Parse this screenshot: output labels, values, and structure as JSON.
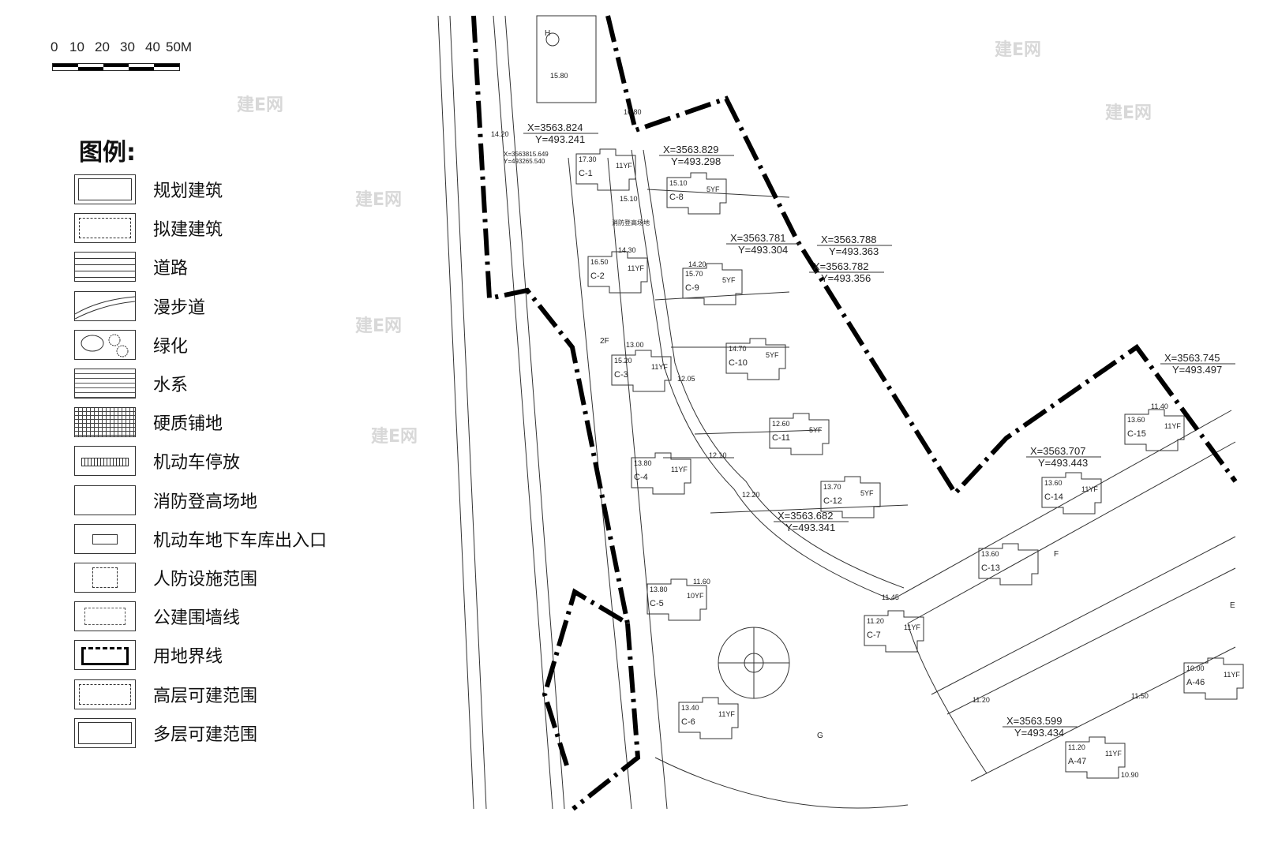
{
  "scale": {
    "ticks": [
      "0",
      "10",
      "20",
      "30",
      "40",
      "50M"
    ]
  },
  "legend": {
    "title": "图例:",
    "items": [
      {
        "label": "规划建筑",
        "symbol": "solid-double-rect"
      },
      {
        "label": "拟建建筑",
        "symbol": "dashed-rect"
      },
      {
        "label": "道路",
        "symbol": "horizontal-lines"
      },
      {
        "label": "漫步道",
        "symbol": "wavy-path"
      },
      {
        "label": "绿化",
        "symbol": "trees"
      },
      {
        "label": "水系",
        "symbol": "water-lines"
      },
      {
        "label": "硬质铺地",
        "symbol": "grid-hatch"
      },
      {
        "label": "机动车停放",
        "symbol": "parking-stripes"
      },
      {
        "label": "消防登高场地",
        "symbol": "plain-rect"
      },
      {
        "label": "机动车地下车库出入口",
        "symbol": "garage-entrance"
      },
      {
        "label": "人防设施范围",
        "symbol": "dashed-inner-rect"
      },
      {
        "label": "公建围墙线",
        "symbol": "dash-dot-rect"
      },
      {
        "label": "用地界线",
        "symbol": "thick-boundary"
      },
      {
        "label": "高层可建范围",
        "symbol": "dashed-rect"
      },
      {
        "label": "多层可建范围",
        "symbol": "solid-double-rect"
      }
    ]
  },
  "plan": {
    "buildings": [
      {
        "id": "C-1",
        "floors": "11YF",
        "elev": "17.30"
      },
      {
        "id": "C-2",
        "floors": "11YF",
        "elev": "16.50"
      },
      {
        "id": "C-3",
        "floors": "11YF",
        "elev": "15.20"
      },
      {
        "id": "C-4",
        "floors": "11YF",
        "elev": "13.80"
      },
      {
        "id": "C-5",
        "floors": "10YF",
        "elev": "13.80"
      },
      {
        "id": "C-6",
        "floors": "11YF",
        "elev": "13.40"
      },
      {
        "id": "C-7",
        "floors": "11YF",
        "elev": "11.20"
      },
      {
        "id": "C-8",
        "floors": "5YF",
        "elev": "15.10"
      },
      {
        "id": "C-9",
        "floors": "5YF",
        "elev": "15.70"
      },
      {
        "id": "C-10",
        "floors": "5YF",
        "elev": "14.70"
      },
      {
        "id": "C-11",
        "floors": "5YF",
        "elev": "12.60"
      },
      {
        "id": "C-12",
        "floors": "5YF",
        "elev": "13.70"
      },
      {
        "id": "C-13",
        "floors": "",
        "elev": "13.60"
      },
      {
        "id": "C-14",
        "floors": "11YF",
        "elev": "13.60"
      },
      {
        "id": "C-15",
        "floors": "11YF",
        "elev": "13.60"
      },
      {
        "id": "A-46",
        "floors": "11YF",
        "elev": "10.00"
      },
      {
        "id": "A-47",
        "floors": "11YF",
        "elev": "11.20"
      }
    ],
    "coordinates": [
      {
        "x": "X=3563.829",
        "y": "Y=493.298"
      },
      {
        "x": "X=3563.824",
        "y": "Y=493.241"
      },
      {
        "x": "X=3563.788",
        "y": "Y=493.363"
      },
      {
        "x": "X=3563.782",
        "y": "Y=493.356"
      },
      {
        "x": "X=3563.745",
        "y": "Y=493.497"
      },
      {
        "x": "X=3563.707",
        "y": "Y=493.443"
      },
      {
        "x": "X=3563.599",
        "y": "Y=493.434"
      },
      {
        "x": "X=3563.781",
        "y": "Y=493.304"
      },
      {
        "x": "X=3563.682",
        "y": "Y=493.341"
      }
    ],
    "small_coords": [
      {
        "x": "X=3563815.649",
        "y": "Y=493265.540"
      }
    ],
    "elevations": [
      "14.20",
      "15.10",
      "14.30",
      "13.00",
      "12.05",
      "12.20",
      "12.10",
      "11.60",
      "11.45",
      "11.40",
      "11.20",
      "11.50",
      "10.90",
      "14.20",
      "16.80",
      "15.80"
    ],
    "zone_labels": [
      "消防登高场地",
      "2F",
      "H",
      "F",
      "G",
      "E"
    ],
    "watermark": "建E网"
  }
}
